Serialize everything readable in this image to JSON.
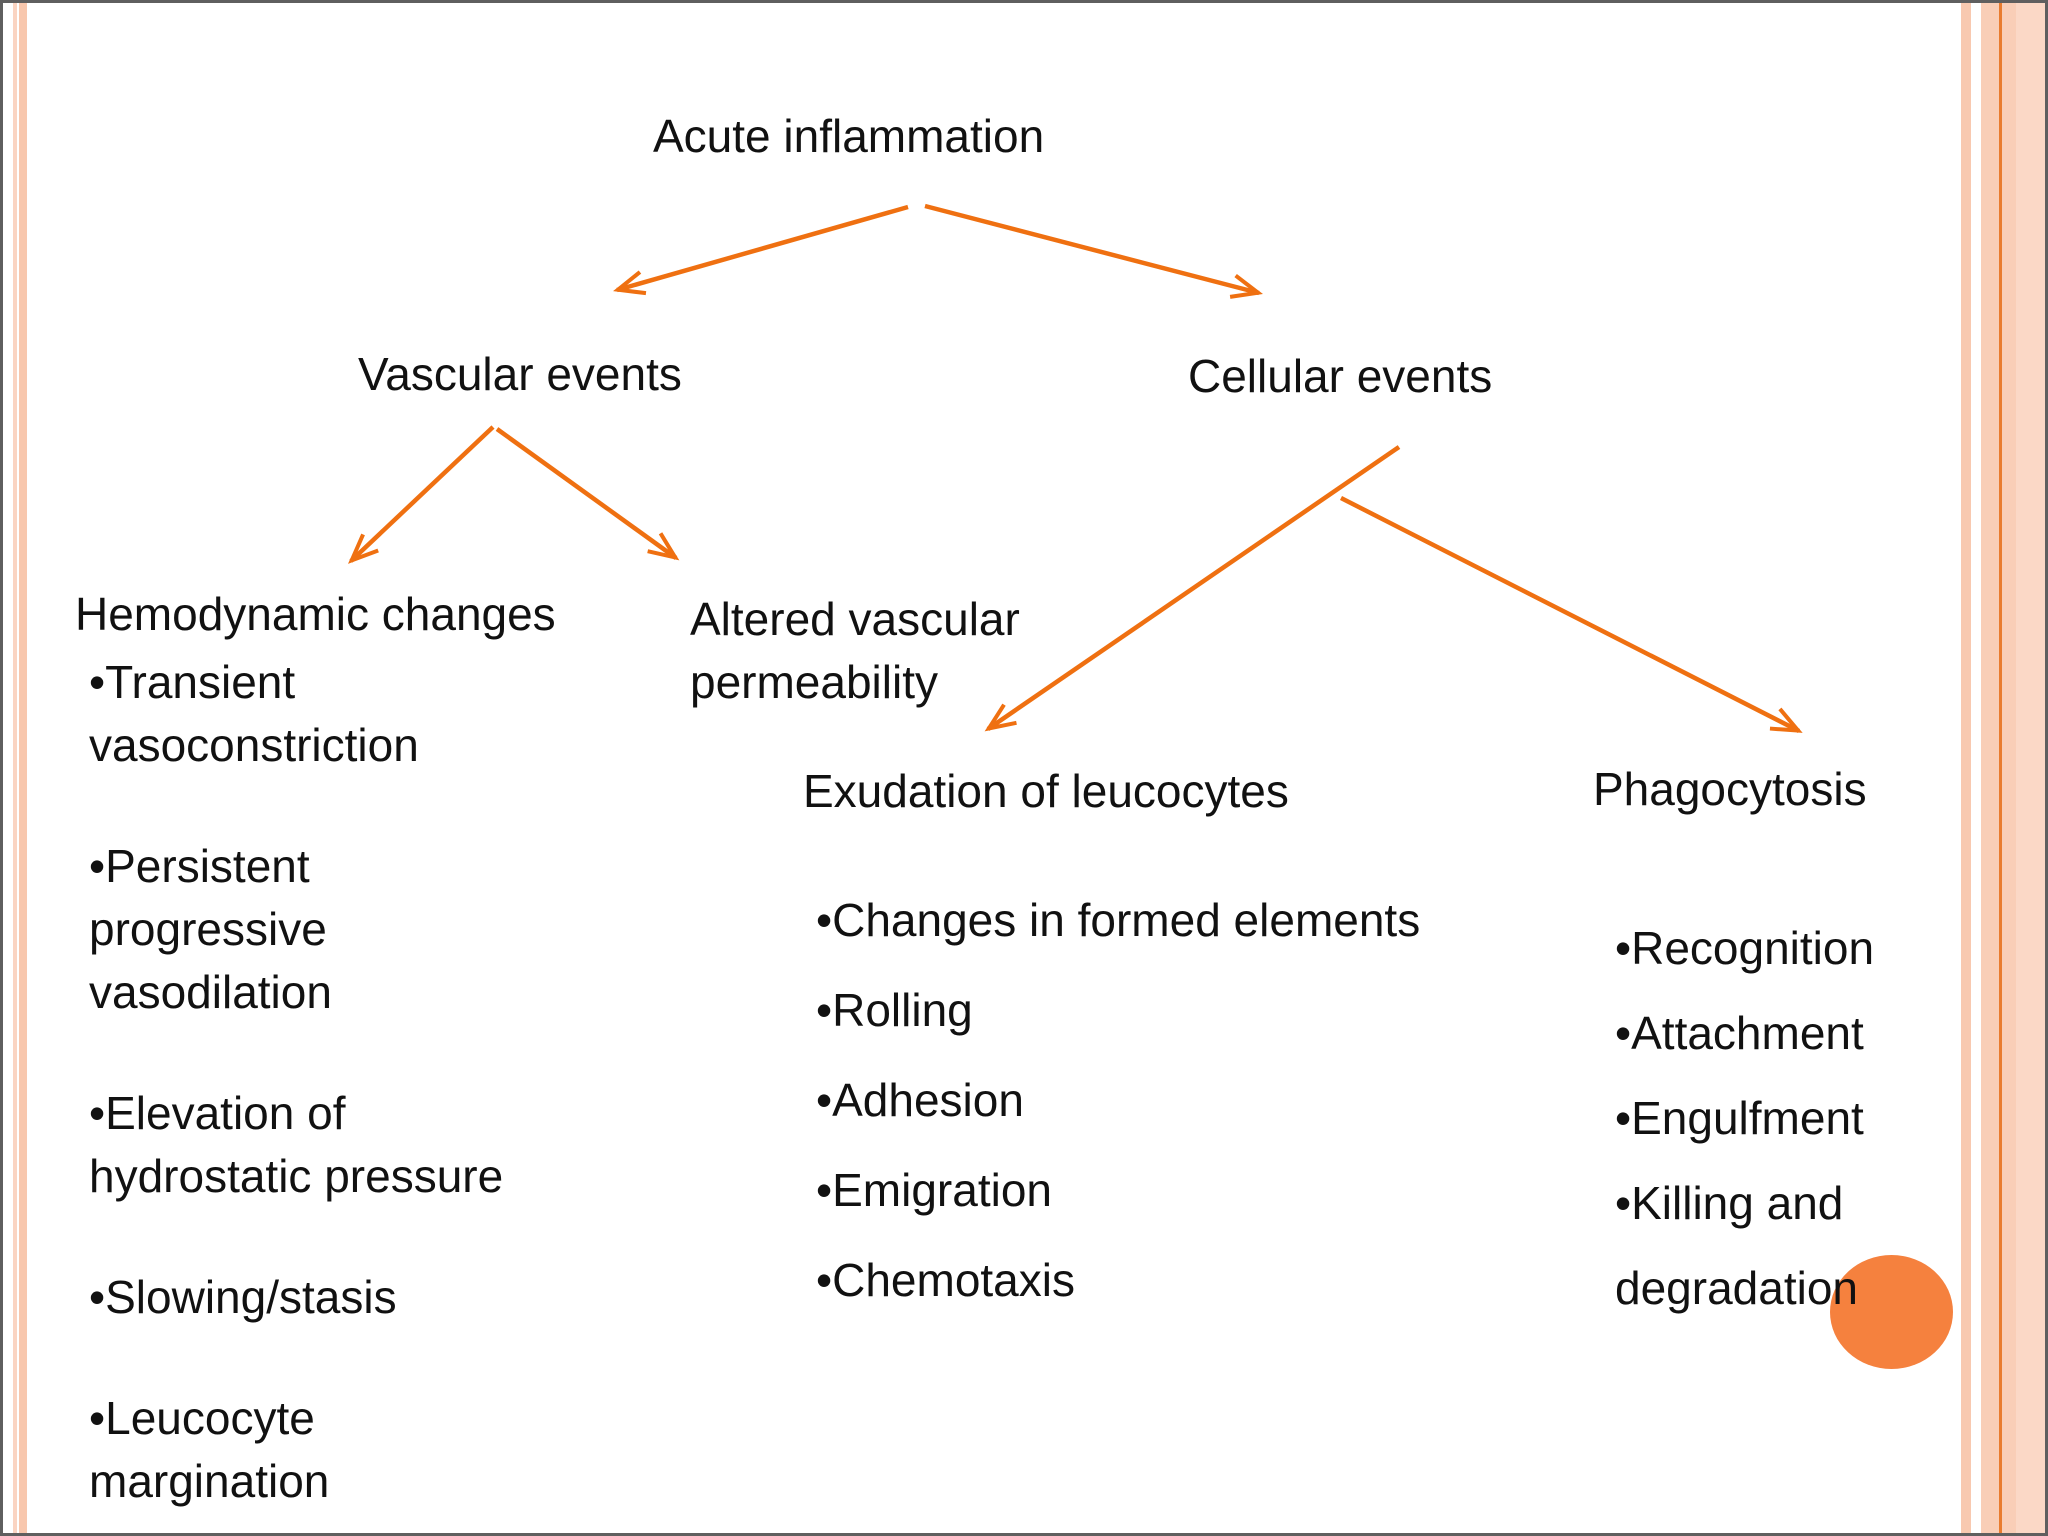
{
  "slide": {
    "title": "Acute inflammation",
    "bullet_char": "•"
  },
  "branches": {
    "vascular": {
      "label": "Vascular events",
      "children": {
        "hemodynamic": {
          "title": "Hemodynamic changes",
          "bullets": [
            "Transient vasoconstriction",
            "Persistent progressive vasodilation",
            "Elevation of hydrostatic pressure",
            "Slowing/stasis",
            "Leucocyte margination"
          ]
        },
        "altered_permeability": {
          "title": "Altered vascular permeability"
        }
      }
    },
    "cellular": {
      "label": "Cellular events",
      "children": {
        "exudation": {
          "title": "Exudation of leucocytes",
          "bullets": [
            "Changes in formed elements",
            "Rolling",
            "Adhesion",
            "Emigration",
            "Chemotaxis"
          ]
        },
        "phagocytosis": {
          "title": "Phagocytosis",
          "bullets": [
            "Recognition",
            "Attachment",
            "Engulfment",
            "Killing and degradation"
          ]
        }
      }
    }
  },
  "palette": {
    "arrow_orange": "#ef7011",
    "circle_orange": "#f5813e",
    "stripe_peach_light": "#fad4c2",
    "stripe_peach": "#f8c7ad",
    "band_peach": "#f9ceb7",
    "band_line_orange": "#e97c2f",
    "frame_gray": "#5f5f5f",
    "text_black": "#111111",
    "background": "#ffffff"
  }
}
